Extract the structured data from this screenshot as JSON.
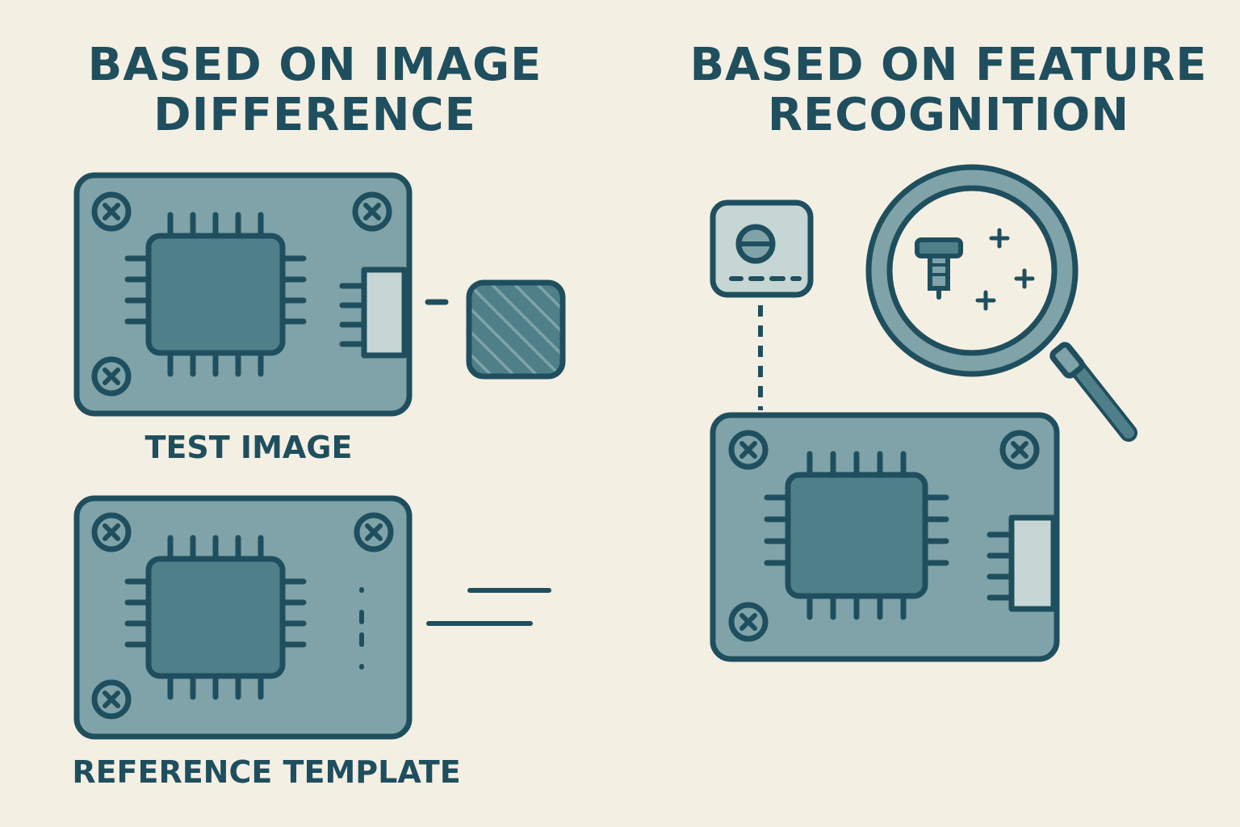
{
  "left_panel": {
    "heading": [
      "BASED ON IMAGE",
      "DIFFERENCE"
    ],
    "test_label": "TEST IMAGE",
    "reference_label": "REFERENCE TEMPLATE"
  },
  "right_panel": {
    "heading": [
      "BASED ON FEATURE",
      "RECOGNITION"
    ]
  },
  "colors": {
    "background": "#f4efe3",
    "outline": "#1f4f5e",
    "board_fill": "#7fa3a8",
    "chip_fill": "#4f7f88",
    "connector_fill": "#c6d6d4",
    "lens_fill": "#f4efe3"
  }
}
